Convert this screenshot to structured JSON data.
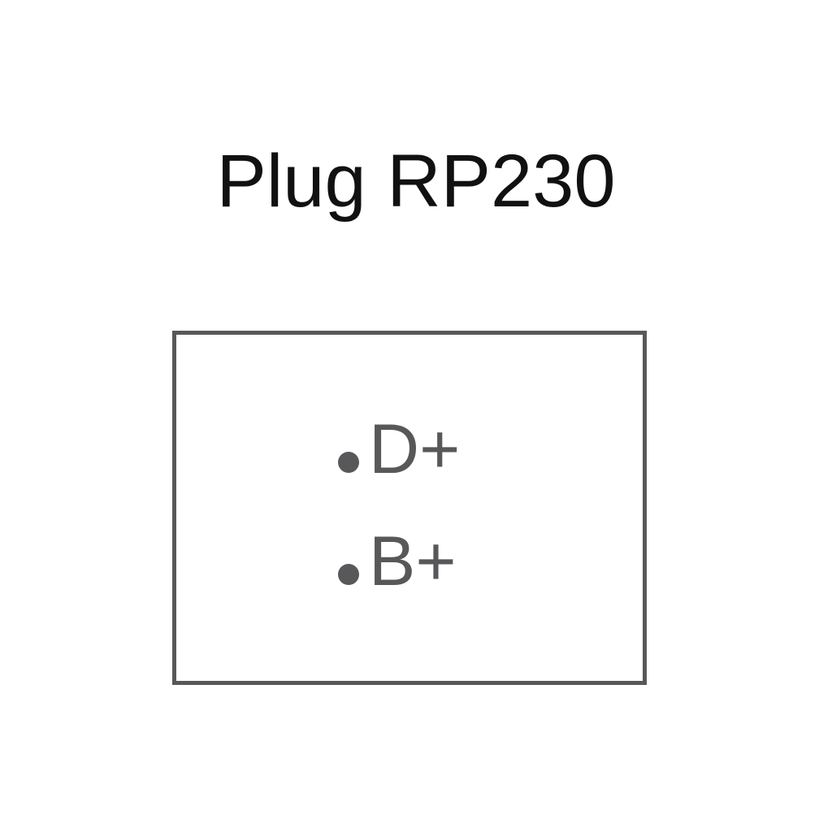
{
  "title": "Plug RP230",
  "colors": {
    "title_text": "#111111",
    "outline": "#58585a",
    "pin": "#58585a",
    "background": "#ffffff"
  },
  "pins": [
    {
      "label": "D+"
    },
    {
      "label": "B+"
    }
  ]
}
